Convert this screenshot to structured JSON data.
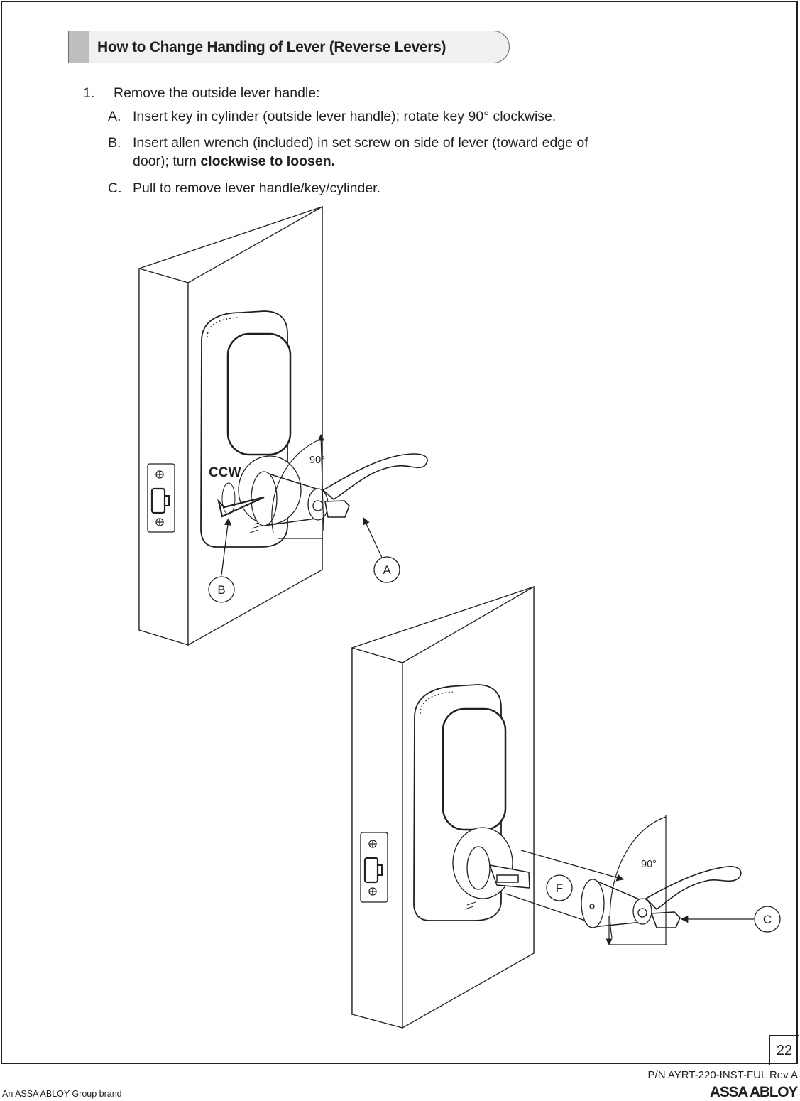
{
  "section": {
    "title": "How to Change Handing of Lever (Reverse Levers)"
  },
  "step1": {
    "number": "1.",
    "text": "Remove the outside lever handle:",
    "substeps": [
      {
        "letter": "A.",
        "text": "Insert key in cylinder (outside lever handle); rotate key 90° clockwise."
      },
      {
        "letter": "B.",
        "text_line1": "Insert allen wrench (included) in set screw on side of lever (toward edge of",
        "text_line2_prefix": "door); turn ",
        "text_line2_bold": "clockwise to loosen."
      },
      {
        "letter": "C.",
        "text": "Pull to remove lever handle/key/cylinder."
      }
    ]
  },
  "figure1": {
    "ccw_label": "CCW",
    "angle_label": "90°",
    "callout_a": "A",
    "callout_b": "B"
  },
  "figure2": {
    "angle_label": "90°",
    "callout_c": "C",
    "callout_f": "F"
  },
  "footer": {
    "page_number": "22",
    "part_number": "P/N AYRT-220-INST-FUL Rev A",
    "brand_line": "An ASSA ABLOY Group brand",
    "logo_text": "ASSA ABLOY"
  }
}
